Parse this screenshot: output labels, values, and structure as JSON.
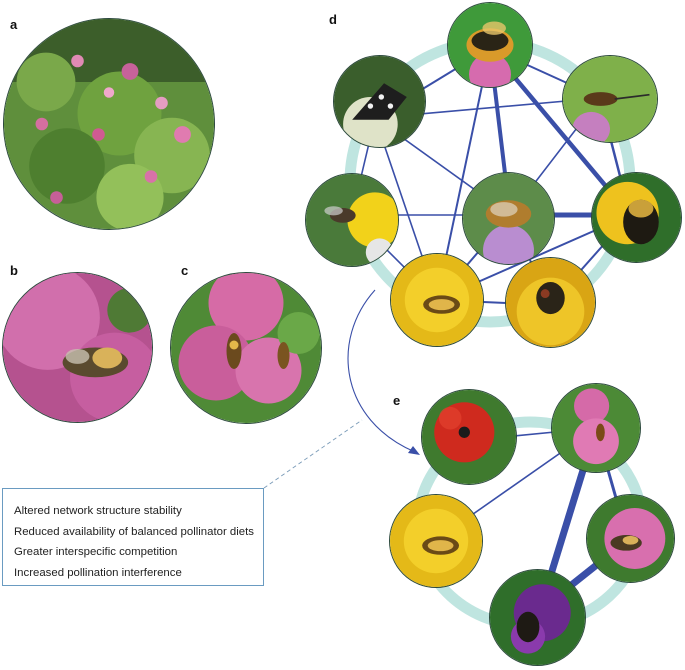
{
  "panels": {
    "a": "a",
    "b": "b",
    "c": "c",
    "d": "d",
    "e": "e"
  },
  "legend": {
    "items": [
      "Altered network structure stability",
      "Reduced availability of balanced pollinator diets",
      "Greater interspecific competition",
      "Increased pollination interference"
    ]
  },
  "colors": {
    "ring": "#bfe5e0",
    "link": "#3a4fa8",
    "border": "#2d4a3e",
    "legend_border": "#6a9bc1"
  },
  "images": {
    "a": "balsam-thicket-photo",
    "b": "honeybee-in-balsam-flower-photo",
    "c": "hoverflies-on-balsam-photo",
    "d_nodes": [
      "bumblebee-photo",
      "butterfly-photo",
      "hoverfly-photo",
      "fly-on-daisy-photo",
      "honeybee-photo",
      "bumblebee-on-yellow-photo",
      "hoverfly-on-yellow-photo",
      "fly-on-yellow-photo"
    ],
    "e_nodes": [
      "poppy-photo",
      "balsam-flower-photo",
      "hoverfly-on-yellow-photo",
      "honeybee-on-balsam-photo",
      "bumblebee-on-purple-photo"
    ]
  }
}
